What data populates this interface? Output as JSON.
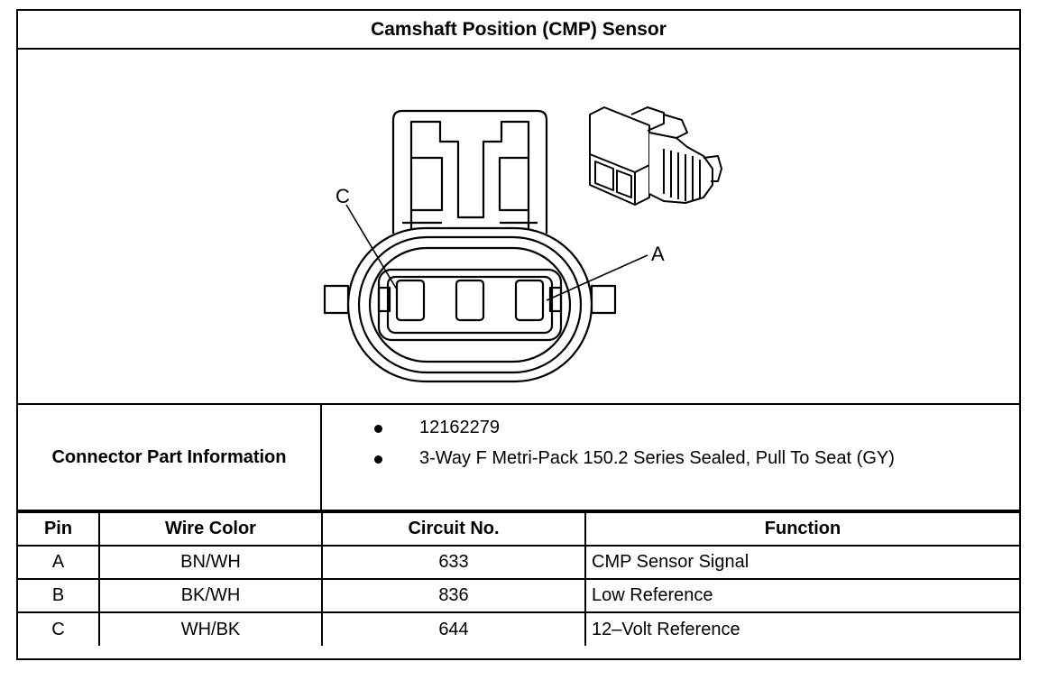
{
  "title": "Camshaft Position (CMP) Sensor",
  "diagram": {
    "callouts": [
      {
        "id": "C",
        "label": "C"
      },
      {
        "id": "A",
        "label": "A"
      }
    ],
    "stroke_color": "#000000",
    "fill_color": "#ffffff"
  },
  "connector_info": {
    "label": "Connector Part Information",
    "items": [
      "12162279",
      "3-Way F Metri-Pack 150.2 Series Sealed, Pull To Seat (GY)"
    ]
  },
  "pin_table": {
    "headers": [
      "Pin",
      "Wire Color",
      "Circuit No.",
      "Function"
    ],
    "rows": [
      [
        "A",
        "BN/WH",
        "633",
        "CMP Sensor Signal"
      ],
      [
        "B",
        "BK/WH",
        "836",
        "Low Reference"
      ],
      [
        "C",
        "WH/BK",
        "644",
        "12–Volt Reference"
      ]
    ]
  }
}
